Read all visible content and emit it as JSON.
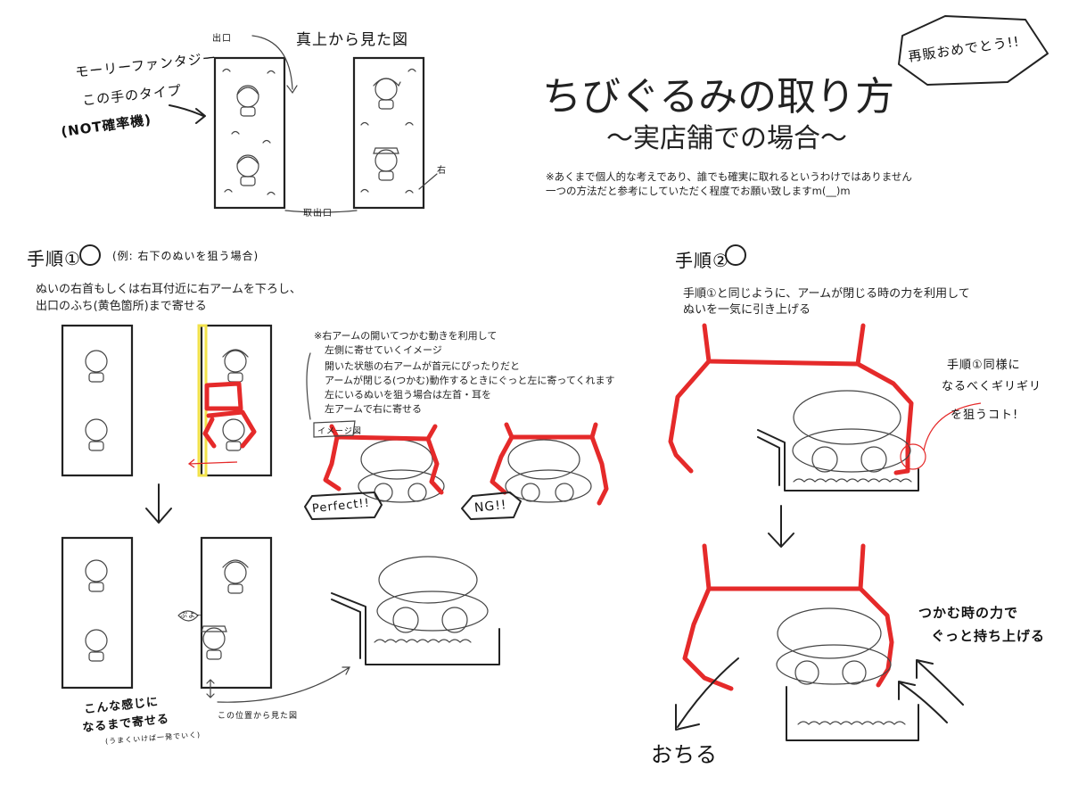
{
  "header": {
    "title": "ちびぐるみの取り方",
    "subtitle": "〜実店舗での場合〜",
    "stamp": "再販おめでとう!!",
    "note_line1": "※あくまで個人的な考えであり、誰でも確実に取れるというわけではありません",
    "note_line2": "一つの方法だと参考にしていただく程度でお願い致しますm(__)m"
  },
  "topview": {
    "label_top": "真上から見た図",
    "label_exit": "出口",
    "label_chute": "取出口",
    "label_right": "右",
    "machine_name": "モーリーファンタジー",
    "machine_type": "この手のタイプ",
    "machine_note": "(NOT確率機)"
  },
  "step1": {
    "heading": "手順①",
    "example": "(例: 右下のぬいを狙う場合)",
    "desc_line1": "ぬいの右首もしくは右耳付近に右アームを下ろし、",
    "desc_line2": "出口のふち(黄色箇所)まで寄せる",
    "note_line1": "※右アームの開いてつかむ動きを利用して",
    "note_line2": "左側に寄せていくイメージ",
    "note_line3": "開いた状態の右アームが首元にぴったりだと",
    "note_line4": "アームが閉じる(つかむ)動作するときにぐっと左に寄ってくれます",
    "note_line5": "左にいるぬいを狙う場合は左首・耳を",
    "note_line6": "左アームで右に寄せる",
    "image_tag": "イメージ図",
    "good": "Perfect!!",
    "bad": "NG!!",
    "result_line1": "こんな感じに",
    "result_line2": "なるまで寄せる",
    "result_line3": "(うまくいけば一発でいく)",
    "side_label": "この位置から見た図",
    "sound": "ぷよ~"
  },
  "step2": {
    "heading": "手順②",
    "desc_line1": "手順①と同じように、アームが閉じる時の力を利用して",
    "desc_line2": "ぬいを一気に引き上げる",
    "tip_line1": "手順①同様に",
    "tip_line2": "なるべくギリギリ",
    "tip_line3": "を狙うコト!",
    "lift_line1": "つかむ時の力で",
    "lift_line2": "ぐっと持ち上げる",
    "fall": "おちる"
  }
}
